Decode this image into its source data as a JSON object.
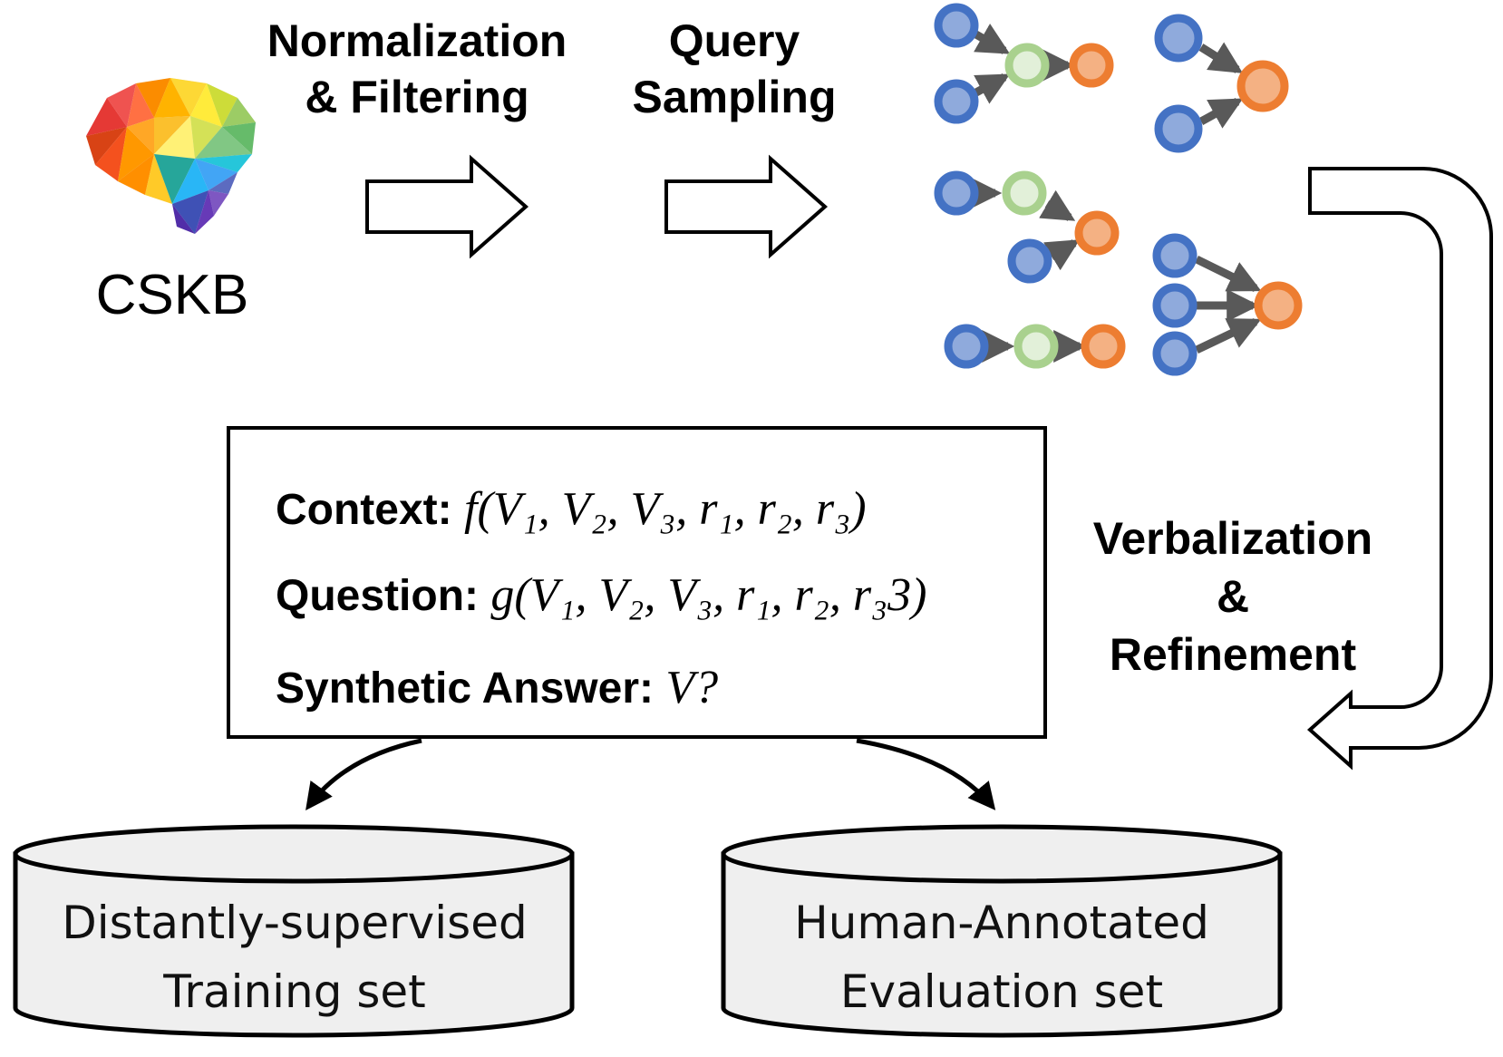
{
  "source": {
    "label": "CSKB",
    "icon": "brain-icon"
  },
  "steps": [
    {
      "line1": "Normalization",
      "line2": "& Filtering"
    },
    {
      "line1": "Query",
      "line2": "Sampling"
    }
  ],
  "refinement": {
    "line1": "Verbalization",
    "line2": "&",
    "line3": "Refinement"
  },
  "template": {
    "context_label": "Context:",
    "context_expr": "f(V₁, V₂, V₃, r₁, r₂, r₃)",
    "question_label": "Question:",
    "question_expr": "g(V₁, V₂, V₃, r₁, r₂, r₃3)",
    "answer_label": "Synthetic Answer:",
    "answer_expr": "V?"
  },
  "outputs": [
    {
      "line1": "Distantly-supervised",
      "line2": "Training set"
    },
    {
      "line1": "Human-Annotated",
      "line2": "Evaluation set"
    }
  ],
  "colors": {
    "anchor_node": "#4472c4",
    "intermediate_node": "#a9d18e",
    "target_node": "#ed7d31",
    "edge": "#595959",
    "database_fill": "#efefef"
  }
}
